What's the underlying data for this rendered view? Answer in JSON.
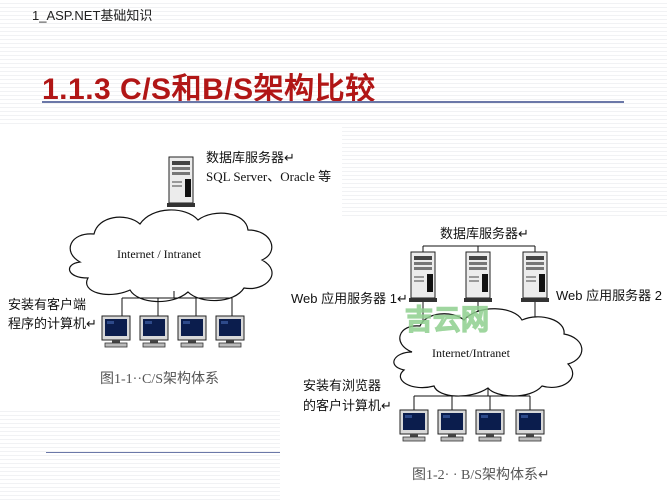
{
  "header": {
    "label": "1_ASP.NET基础知识"
  },
  "slide": {
    "title": "1.1.3  C/S和B/S架构比较"
  },
  "cs_diagram": {
    "db_server_title": "数据库服务器↵",
    "db_server_products": "SQL Server、Oracle 等",
    "network_label": "Internet / Intranet",
    "clients_label_line1": "安装有客户端",
    "clients_label_line2": "程序的计算机↵",
    "caption": "图1-1··C/S架构体系"
  },
  "bs_diagram": {
    "db_server_title": "数据库服务器↵",
    "web_server_1": "Web 应用服务器 1↵",
    "web_server_2": "Web 应用服务器 2",
    "network_label": "Internet/Intranet",
    "clients_label_line1": "安装有浏览器",
    "clients_label_line2": "的客户计算机↵",
    "caption": "图1-2· · B/S架构体系↵"
  },
  "watermark": {
    "text": "吉云网"
  }
}
